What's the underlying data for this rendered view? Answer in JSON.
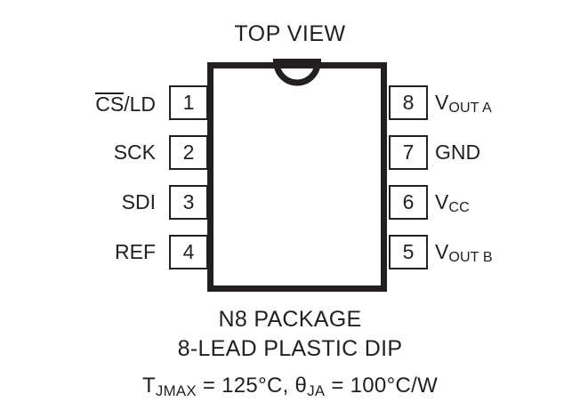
{
  "diagram": {
    "title": "TOP VIEW",
    "package_name": "N8 PACKAGE",
    "package_desc": "8-LEAD PLASTIC DIP",
    "thermal": {
      "tj_symbol": "T",
      "tj_sub": "JMAX",
      "tj_mid": " = 125°C, ",
      "theta_symbol": "θ",
      "theta_sub": "JA",
      "theta_value": " = 100°C/W",
      "full_text": "TJMAX = 125°C, θJA = 100°C/W"
    },
    "colors": {
      "ink": "#231f20",
      "background": "#ffffff"
    },
    "pins_left": [
      {
        "number": "1",
        "label_overline": "CS",
        "label_rest": "/LD",
        "label_plain": "CS/LD"
      },
      {
        "number": "2",
        "label_overline": "",
        "label_rest": "SCK",
        "label_plain": "SCK"
      },
      {
        "number": "3",
        "label_overline": "",
        "label_rest": "SDI",
        "label_plain": "SDI"
      },
      {
        "number": "4",
        "label_overline": "",
        "label_rest": "REF",
        "label_plain": "REF"
      }
    ],
    "pins_right": [
      {
        "number": "8",
        "label_main": "V",
        "label_sub": "OUT A",
        "label_plain": "VOUT A"
      },
      {
        "number": "7",
        "label_main": "GND",
        "label_sub": "",
        "label_plain": "GND"
      },
      {
        "number": "6",
        "label_main": "V",
        "label_sub": "CC",
        "label_plain": "VCC"
      },
      {
        "number": "5",
        "label_main": "V",
        "label_sub": "OUT B",
        "label_plain": "VOUT B"
      }
    ]
  }
}
